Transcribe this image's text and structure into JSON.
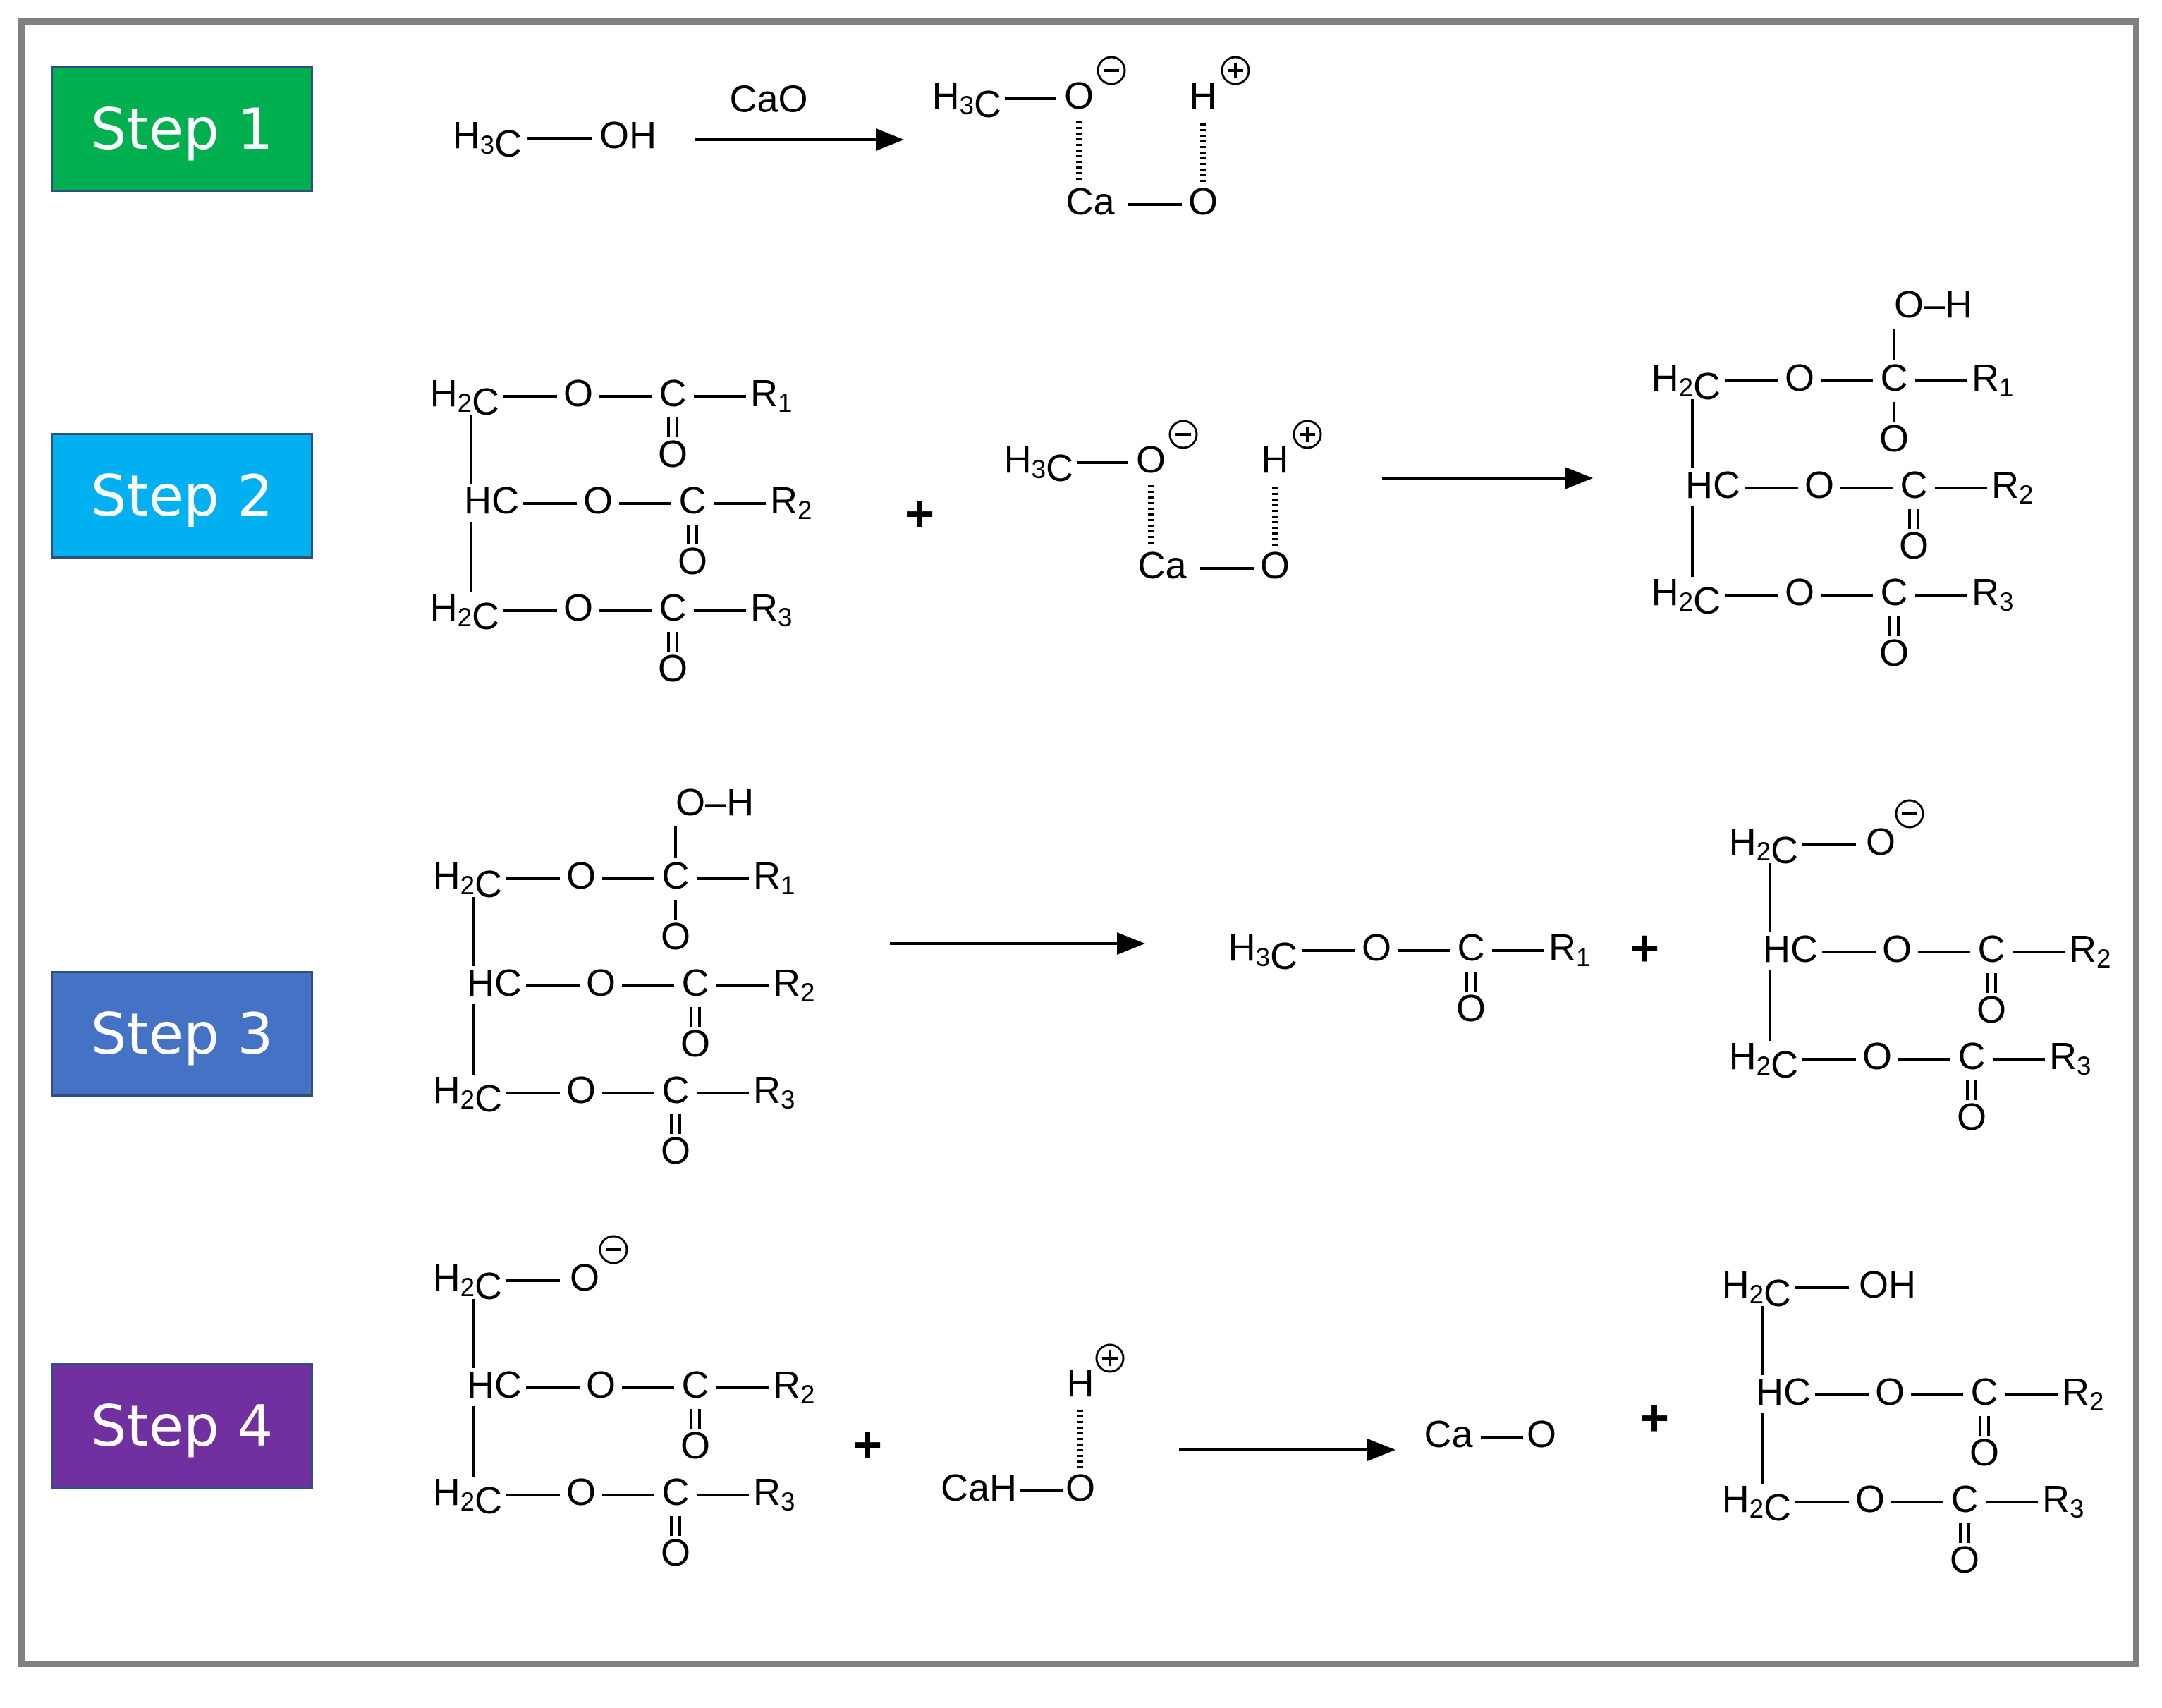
{
  "colors": {
    "frame": "#808080",
    "step1": "#00b050",
    "step2": "#00b0f0",
    "step3": "#4472c4",
    "step4": "#7030a0"
  },
  "steps": [
    {
      "label": "Step 1"
    },
    {
      "label": "Step 2"
    },
    {
      "label": "Step 3"
    },
    {
      "label": "Step 4"
    }
  ],
  "atoms": {
    "methyl": "H3C",
    "h2c": "H2C",
    "hc": "HC",
    "oh": "OH",
    "o": "O",
    "c": "C",
    "h": "H",
    "ca": "Ca",
    "cah": "CaH",
    "oh_top": "O–H",
    "r1": "R1",
    "r2": "R2",
    "r3": "R3"
  },
  "reagent": "CaO",
  "plus": "+",
  "charges": {
    "neg": "−",
    "pos": "+"
  }
}
